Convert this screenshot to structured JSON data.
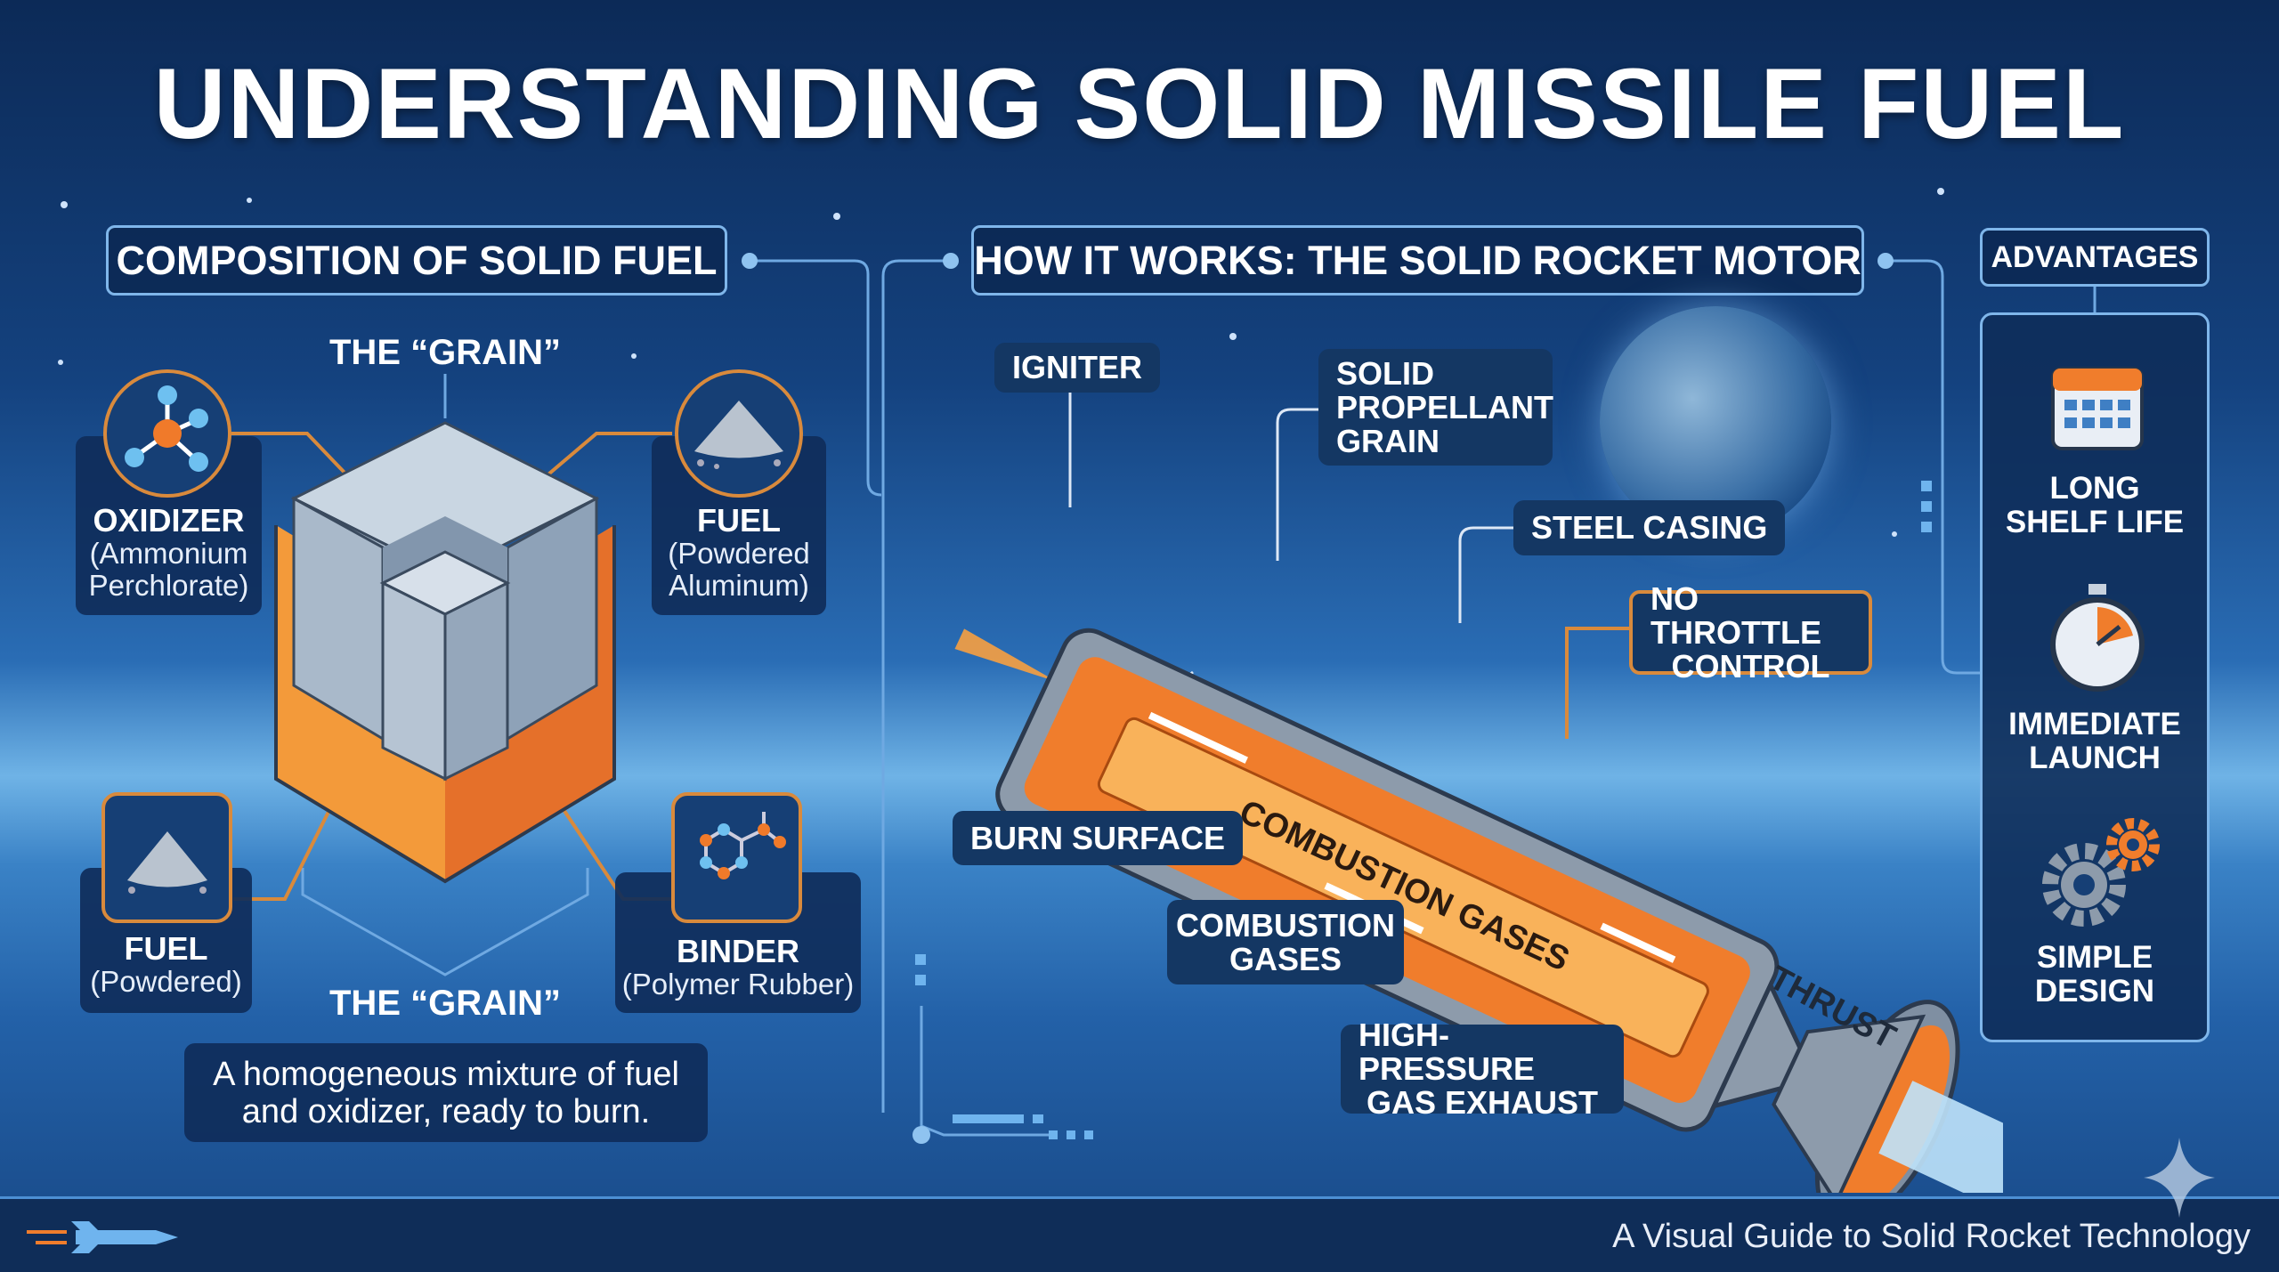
{
  "title": "UNDERSTANDING SOLID MISSILE FUEL",
  "composition": {
    "header": "COMPOSITION OF SOLID FUEL",
    "grain_label_top": "THE “GRAIN”",
    "grain_label_bottom": "THE “GRAIN”",
    "oxidizer": {
      "title": "OXIDIZER",
      "sub1": "(Ammonium",
      "sub2": "Perchlorate)",
      "icon": "molecule-icon"
    },
    "fuel_top": {
      "title": "FUEL",
      "sub1": "(Powdered",
      "sub2": "Aluminum)",
      "icon": "powder-pile-icon"
    },
    "fuel_bottom": {
      "title": "FUEL",
      "sub1": "(Powdered)",
      "icon": "powder-pile-icon"
    },
    "binder": {
      "title": "BINDER",
      "sub1": "(Polymer Rubber)",
      "icon": "polymer-chain-icon"
    },
    "description_line1": "A homogeneous mixture of fuel",
    "description_line2": "and oxidizer, ready to burn."
  },
  "motor": {
    "header": "HOW IT WORKS: THE SOLID ROCKET MOTOR",
    "igniter": "IGNITER",
    "propellant": [
      "SOLID",
      "PROPELLANT",
      "GRAIN"
    ],
    "steel_casing": "STEEL CASING",
    "no_throttle": [
      "NO THROTTLE",
      "CONTROL"
    ],
    "burn_surface": "BURN SURFACE",
    "combustion": [
      "COMBUSTION",
      "GASES"
    ],
    "exhaust": [
      "HIGH-PRESSURE",
      "GAS EXHAUST"
    ],
    "inner_label": "COMBUSTION GASES",
    "thrust": "THRUST"
  },
  "advantages": {
    "header": "ADVANTAGES",
    "items": [
      {
        "line1": "LONG",
        "line2": "SHELF LIFE",
        "icon": "calendar-icon"
      },
      {
        "line1": "IMMEDIATE",
        "line2": "LAUNCH",
        "icon": "stopwatch-icon"
      },
      {
        "line1": "SIMPLE",
        "line2": "DESIGN",
        "icon": "gears-icon"
      }
    ]
  },
  "footer": "A Visual Guide to Solid Rocket Technology",
  "colors": {
    "accent": "#f08a2c",
    "frame": "#7fb6ea",
    "panel": "#143763"
  }
}
